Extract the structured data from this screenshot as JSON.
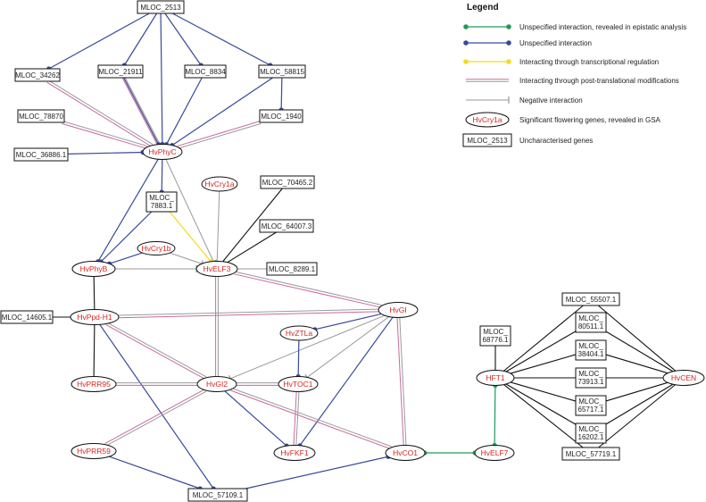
{
  "legend": {
    "title": "Legend",
    "entries": [
      {
        "kind": "green",
        "label": "Unspecified interaction, revealed in epistatic analysis"
      },
      {
        "kind": "blue",
        "label": "Unspecified interaction"
      },
      {
        "kind": "yellow",
        "label": "Interacting through transcriptional regulation"
      },
      {
        "kind": "pink",
        "label": "Interacting through post-translational modifications"
      },
      {
        "kind": "gray",
        "label": "Negative interaction"
      },
      {
        "kind": "oval",
        "label": "Significant flowering genes, revealed in GSA",
        "sample": "HvCry1a"
      },
      {
        "kind": "rect",
        "label": "Uncharacterised genes",
        "sample": "MLOC_2513"
      }
    ]
  },
  "colors": {
    "blue": "#3a4a9a",
    "green": "#1f9a5a",
    "yellow": "#f2dc1a",
    "pink": "#c86aa0",
    "gray": "#9a9a9a",
    "black": "#111111",
    "flower_text": "#d7261e"
  },
  "nodes": [
    {
      "id": "MLOC_2513",
      "label": "MLOC_2513",
      "shape": "rect"
    },
    {
      "id": "MLOC_34262",
      "label": "MLOC_34262",
      "shape": "rect"
    },
    {
      "id": "MLOC_21911",
      "label": "MLOC_21911",
      "shape": "rect"
    },
    {
      "id": "MLOC_8834",
      "label": "MLOC_8834",
      "shape": "rect"
    },
    {
      "id": "MLOC_58815",
      "label": "MLOC_58815",
      "shape": "rect"
    },
    {
      "id": "MLOC_78870",
      "label": "MLOC_78870",
      "shape": "rect"
    },
    {
      "id": "MLOC_1940",
      "label": "MLOC_1940",
      "shape": "rect"
    },
    {
      "id": "MLOC_36886.1",
      "label": "MLOC_36886.1",
      "shape": "rect"
    },
    {
      "id": "HvPhyC",
      "label": "HvPhyC",
      "shape": "oval"
    },
    {
      "id": "HvCry1a",
      "label": "HvCry1a",
      "shape": "oval"
    },
    {
      "id": "MLOC_70465.2",
      "label": "MLOC_70465.2",
      "shape": "rect"
    },
    {
      "id": "MLOC_7883.1",
      "label": "MLOC_ 7883.1",
      "shape": "rect"
    },
    {
      "id": "MLOC_64007.3",
      "label": "MLOC_64007.3",
      "shape": "rect"
    },
    {
      "id": "HvCry1b",
      "label": "HvCry1b",
      "shape": "oval"
    },
    {
      "id": "HvPhyB",
      "label": "HvPhyB",
      "shape": "oval"
    },
    {
      "id": "HvELF3",
      "label": "HvELF3",
      "shape": "oval"
    },
    {
      "id": "MLOC_8289.1",
      "label": "MLOC_8289.1",
      "shape": "rect"
    },
    {
      "id": "MLOC_14605.1",
      "label": "MLOC_14605.1",
      "shape": "rect"
    },
    {
      "id": "HvPpd-H1",
      "label": "HvPpd-H1",
      "shape": "oval"
    },
    {
      "id": "HvGI",
      "label": "HvGI",
      "shape": "oval"
    },
    {
      "id": "HvZTLa",
      "label": "HvZTLa",
      "shape": "oval"
    },
    {
      "id": "HvPRR95",
      "label": "HvPRR95",
      "shape": "oval"
    },
    {
      "id": "HvGI2",
      "label": "HvGI2",
      "shape": "oval"
    },
    {
      "id": "HvTOC1",
      "label": "HvTOC1",
      "shape": "oval"
    },
    {
      "id": "HvPRR59",
      "label": "HvPRR59",
      "shape": "oval"
    },
    {
      "id": "HvFKF1",
      "label": "HvFKF1",
      "shape": "oval"
    },
    {
      "id": "HvCO1",
      "label": "HvCO1",
      "shape": "oval"
    },
    {
      "id": "MLOC_57109.1",
      "label": "MLOC_57109.1",
      "shape": "rect"
    },
    {
      "id": "HvELF7",
      "label": "HvELF7",
      "shape": "oval"
    },
    {
      "id": "MLOC_68776.1",
      "label": "MLOC_ 68776.1",
      "shape": "rect"
    },
    {
      "id": "HFT1",
      "label": "HFT1",
      "shape": "oval"
    },
    {
      "id": "MLOC_55507.1",
      "label": "MLOC_55507.1",
      "shape": "rect"
    },
    {
      "id": "MLOC_80511.1",
      "label": "MLOC_ 80511.1",
      "shape": "rect"
    },
    {
      "id": "MLOC_38404.1",
      "label": "MLOC_ 38404.1",
      "shape": "rect"
    },
    {
      "id": "MLOC_73913.1",
      "label": "MLOC_ 73913.1",
      "shape": "rect"
    },
    {
      "id": "MLOC_65717.1",
      "label": "MLOC_ 65717.1",
      "shape": "rect"
    },
    {
      "id": "MLOC_16202.1",
      "label": "MLOC_ 16202.1",
      "shape": "rect"
    },
    {
      "id": "MLOC_57719.1",
      "label": "MLOC_57719.1",
      "shape": "rect"
    },
    {
      "id": "HvCEN",
      "label": "HvCEN",
      "shape": "oval"
    }
  ],
  "edges": [
    {
      "from": "MLOC_2513",
      "to": "MLOC_34262",
      "type": "blue"
    },
    {
      "from": "MLOC_2513",
      "to": "MLOC_21911",
      "type": "blue"
    },
    {
      "from": "MLOC_2513",
      "to": "MLOC_8834",
      "type": "blue"
    },
    {
      "from": "MLOC_2513",
      "to": "MLOC_58815",
      "type": "blue"
    },
    {
      "from": "MLOC_2513",
      "to": "HvPhyC",
      "type": "blue"
    },
    {
      "from": "MLOC_34262",
      "to": "HvPhyC",
      "type": "pink"
    },
    {
      "from": "MLOC_21911",
      "to": "HvPhyC",
      "type": "pink"
    },
    {
      "from": "MLOC_21911",
      "to": "HvPhyC",
      "type": "blue"
    },
    {
      "from": "MLOC_8834",
      "to": "HvPhyC",
      "type": "blue"
    },
    {
      "from": "MLOC_58815",
      "to": "HvPhyC",
      "type": "blue"
    },
    {
      "from": "MLOC_58815",
      "to": "MLOC_1940",
      "type": "blue"
    },
    {
      "from": "MLOC_78870",
      "to": "HvPhyC",
      "type": "pink"
    },
    {
      "from": "MLOC_1940",
      "to": "HvPhyC",
      "type": "pink"
    },
    {
      "from": "MLOC_36886.1",
      "to": "HvPhyC",
      "type": "blue"
    },
    {
      "from": "HvPhyC",
      "to": "MLOC_7883.1",
      "type": "blue"
    },
    {
      "from": "HvPhyC",
      "to": "HvPhyB",
      "type": "blue"
    },
    {
      "from": "HvPhyC",
      "to": "HvELF3",
      "type": "gray"
    },
    {
      "from": "HvCry1a",
      "to": "HvELF3",
      "type": "gray"
    },
    {
      "from": "MLOC_70465.2",
      "to": "HvELF3",
      "type": "black"
    },
    {
      "from": "MLOC_64007.3",
      "to": "HvELF3",
      "type": "black"
    },
    {
      "from": "MLOC_7883.1",
      "to": "HvELF3",
      "type": "yellow"
    },
    {
      "from": "MLOC_7883.1",
      "to": "HvPhyB",
      "type": "blue"
    },
    {
      "from": "HvCry1b",
      "to": "HvPhyB",
      "type": "blue"
    },
    {
      "from": "HvCry1b",
      "to": "HvELF3",
      "type": "gray"
    },
    {
      "from": "HvPhyB",
      "to": "HvELF3",
      "type": "gray"
    },
    {
      "from": "HvELF3",
      "to": "MLOC_8289.1",
      "type": "gray"
    },
    {
      "from": "HvPhyB",
      "to": "HvPpd-H1",
      "type": "black"
    },
    {
      "from": "MLOC_14605.1",
      "to": "HvPpd-H1",
      "type": "black"
    },
    {
      "from": "HvPpd-H1",
      "to": "HvPRR95",
      "type": "black"
    },
    {
      "from": "HvELF3",
      "to": "HvGI",
      "type": "pink"
    },
    {
      "from": "HvELF3",
      "to": "HvGI2",
      "type": "pink"
    },
    {
      "from": "HvPpd-H1",
      "to": "HvGI",
      "type": "pink"
    },
    {
      "from": "HvPpd-H1",
      "to": "HvGI2",
      "type": "pink"
    },
    {
      "from": "HvPpd-H1",
      "to": "MLOC_57109.1",
      "type": "blue"
    },
    {
      "from": "HvGI",
      "to": "HvZTLa",
      "type": "blue"
    },
    {
      "from": "HvGI",
      "to": "HvTOC1",
      "type": "gray"
    },
    {
      "from": "HvGI",
      "to": "HvGI2",
      "type": "gray"
    },
    {
      "from": "HvGI",
      "to": "HvFKF1",
      "type": "blue"
    },
    {
      "from": "HvGI",
      "to": "HvCO1",
      "type": "pink"
    },
    {
      "from": "HvZTLa",
      "to": "HvTOC1",
      "type": "blue"
    },
    {
      "from": "HvPRR95",
      "to": "HvGI2",
      "type": "pink"
    },
    {
      "from": "HvGI2",
      "to": "HvTOC1",
      "type": "pink"
    },
    {
      "from": "HvTOC1",
      "to": "HvFKF1",
      "type": "pink"
    },
    {
      "from": "HvGI2",
      "to": "HvFKF1",
      "type": "blue"
    },
    {
      "from": "HvGI2",
      "to": "HvCO1",
      "type": "pink"
    },
    {
      "from": "HvGI2",
      "to": "HvPRR59",
      "type": "pink"
    },
    {
      "from": "HvPRR59",
      "to": "MLOC_57109.1",
      "type": "blue"
    },
    {
      "from": "MLOC_57109.1",
      "to": "HvCO1",
      "type": "blue"
    },
    {
      "from": "HvCO1",
      "to": "HvELF7",
      "type": "green"
    },
    {
      "from": "HvELF7",
      "to": "HFT1",
      "type": "green"
    },
    {
      "from": "HFT1",
      "to": "MLOC_68776.1",
      "type": "black"
    },
    {
      "from": "HFT1",
      "to": "MLOC_55507.1",
      "type": "black"
    },
    {
      "from": "HFT1",
      "to": "MLOC_80511.1",
      "type": "black"
    },
    {
      "from": "HFT1",
      "to": "MLOC_38404.1",
      "type": "black"
    },
    {
      "from": "HFT1",
      "to": "MLOC_73913.1",
      "type": "black"
    },
    {
      "from": "HFT1",
      "to": "MLOC_65717.1",
      "type": "black"
    },
    {
      "from": "HFT1",
      "to": "MLOC_16202.1",
      "type": "black"
    },
    {
      "from": "HFT1",
      "to": "MLOC_57719.1",
      "type": "black"
    },
    {
      "from": "HvCEN",
      "to": "MLOC_55507.1",
      "type": "black"
    },
    {
      "from": "HvCEN",
      "to": "MLOC_80511.1",
      "type": "black"
    },
    {
      "from": "HvCEN",
      "to": "MLOC_38404.1",
      "type": "black"
    },
    {
      "from": "HvCEN",
      "to": "MLOC_73913.1",
      "type": "black"
    },
    {
      "from": "HvCEN",
      "to": "MLOC_65717.1",
      "type": "black"
    },
    {
      "from": "HvCEN",
      "to": "MLOC_16202.1",
      "type": "black"
    },
    {
      "from": "HvCEN",
      "to": "MLOC_57719.1",
      "type": "black"
    }
  ]
}
